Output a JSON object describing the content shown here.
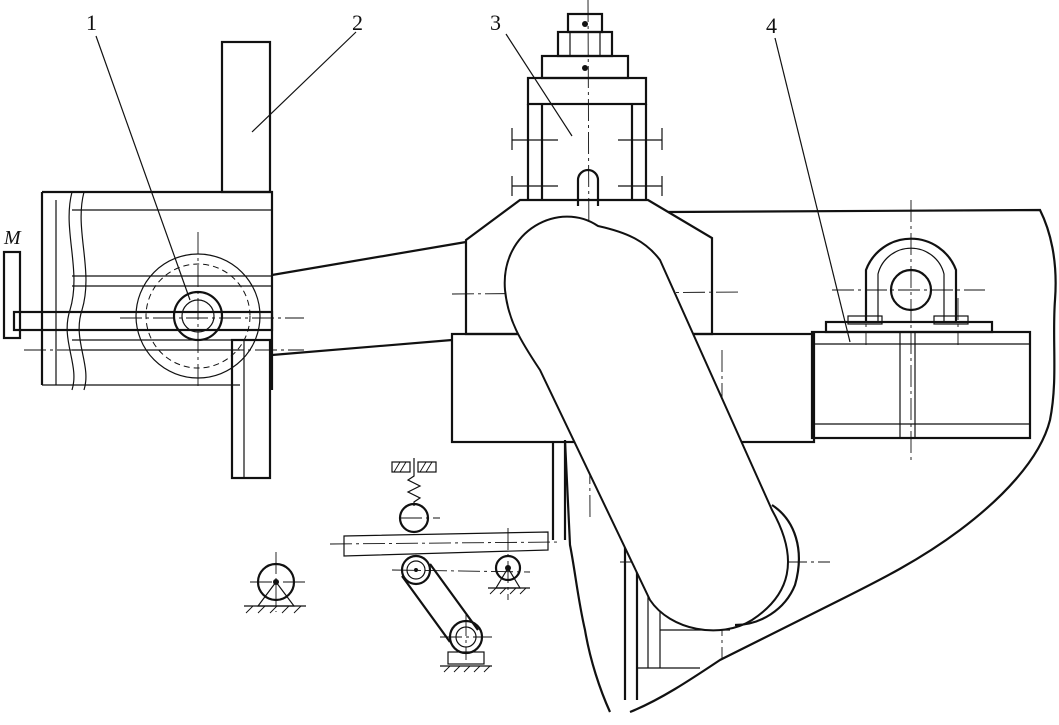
{
  "diagram": {
    "callouts": [
      {
        "id": "part-1",
        "text": "1"
      },
      {
        "id": "part-2",
        "text": "2"
      },
      {
        "id": "part-3",
        "text": "3"
      },
      {
        "id": "part-4",
        "text": "4"
      }
    ],
    "marker_m": "M"
  }
}
